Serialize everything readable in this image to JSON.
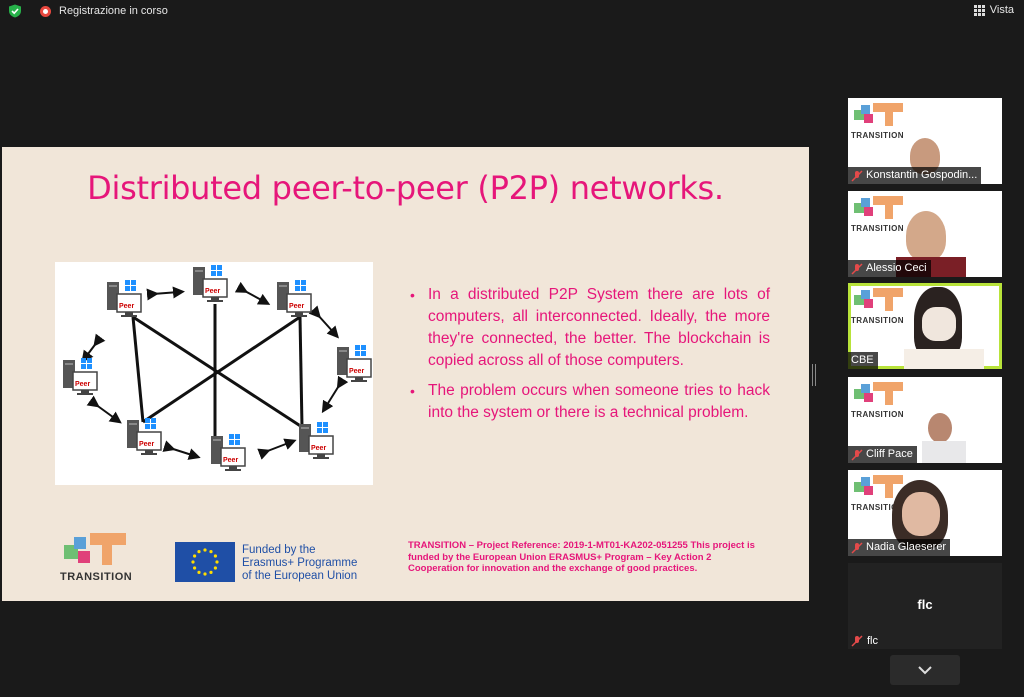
{
  "topbar": {
    "recording_label": "Registrazione in corso",
    "view_label": "Vista"
  },
  "slide": {
    "title": "Distributed peer-to-peer (P2P) networks.",
    "peer_label": "Peer",
    "bullets": [
      "In a distributed P2P System there are lots of computers, all interconnected. Ideally, the more they're connected, the better. The blockchain is copied across all of those computers.",
      "The problem occurs when someone tries to hack into the system or there is a technical problem."
    ],
    "logo_word": "TRANSITION",
    "eu_text": [
      "Funded by the",
      "Erasmus+ Programme",
      "of the European Union"
    ],
    "reference_text": "TRANSITION – Project Reference: 2019-1-MT01-KA202-051255 This project is funded by the European Union ERASMUS+ Program – Key Action 2 Cooperation for innovation and the exchange of good practices."
  },
  "participants": [
    {
      "name": "Konstantin Gospodin...",
      "logo": "TRANSITION"
    },
    {
      "name": "Alessio Ceci",
      "logo": "TRANSITION"
    },
    {
      "name": "CBE",
      "logo": "TRANSITION"
    },
    {
      "name": "Cliff Pace",
      "logo": "TRANSITION"
    },
    {
      "name": "Nadia Glaeserer",
      "logo": "TRANSITION"
    }
  ],
  "flc_tile": {
    "center_label": "flc",
    "name": "flc"
  },
  "colors": {
    "accent": "#e6167a",
    "active_speaker": "#b8e33a",
    "eu_blue": "#1f4fa6"
  }
}
